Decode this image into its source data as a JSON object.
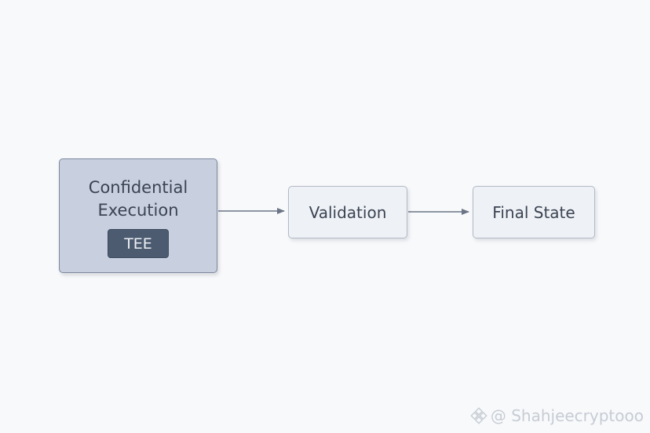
{
  "diagram": {
    "nodes": [
      {
        "id": "confidential-execution",
        "label": "Confidential Execution",
        "badge": "TEE"
      },
      {
        "id": "validation",
        "label": "Validation"
      },
      {
        "id": "final-state",
        "label": "Final State"
      }
    ],
    "edges": [
      {
        "from": "confidential-execution",
        "to": "validation"
      },
      {
        "from": "validation",
        "to": "final-state"
      }
    ]
  },
  "watermark": {
    "text": "@ Shahjeecryptooo",
    "icon": "binance-logo-icon"
  },
  "colors": {
    "main_fill": "#c8d0e0",
    "node_fill": "#eef1f6",
    "badge_fill": "#4d5b70",
    "arrow": "#6b7585"
  }
}
